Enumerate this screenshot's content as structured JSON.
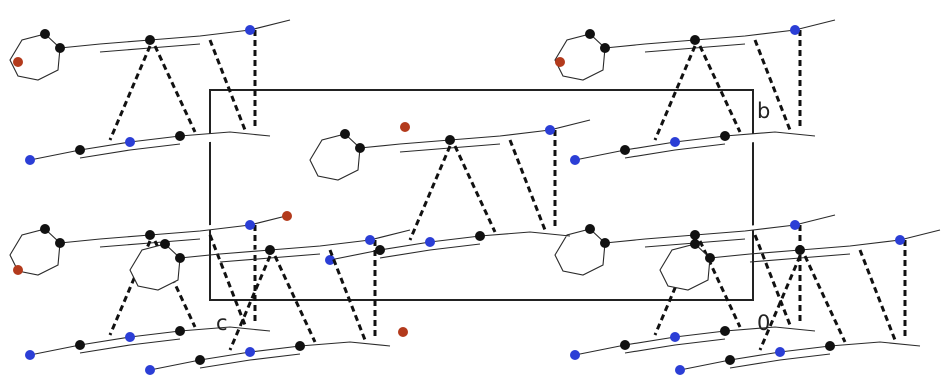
{
  "figure": {
    "axis_labels": {
      "b": "b",
      "c": "c",
      "origin": "0"
    },
    "colors": {
      "carbon": "#111111",
      "nitrogen": "#2b3ed6",
      "oxygen": "#b33a1c",
      "hydrogen_bond": "#111111",
      "bond_fill": "#ffffff",
      "cell": "#222222"
    }
  }
}
